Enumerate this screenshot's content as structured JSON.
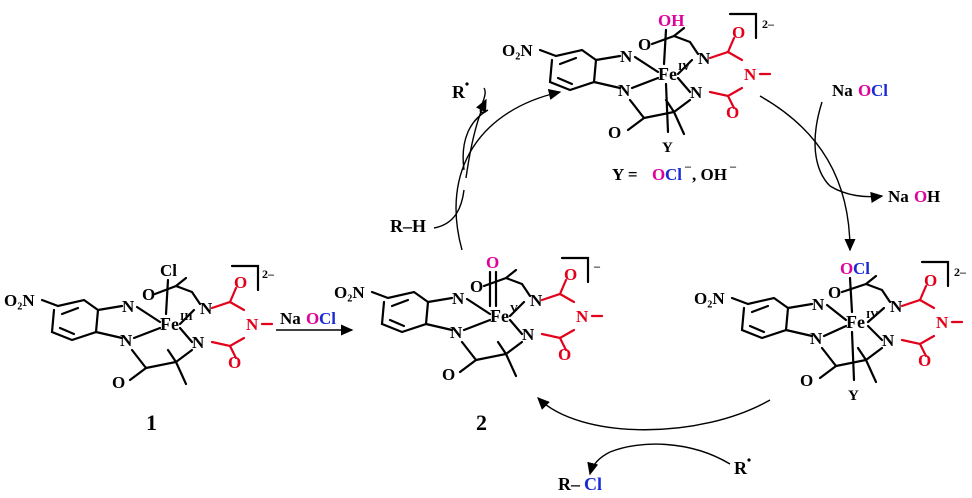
{
  "complexes": {
    "c1": {
      "axial": "Cl",
      "metal": "Fe",
      "ox": "III",
      "charge": "2–",
      "nitro": "O₂N",
      "label": "1"
    },
    "c2": {
      "axial": "O",
      "metal": "Fe",
      "ox": "V",
      "charge": "–",
      "nitro": "O₂N",
      "label": "2"
    },
    "c3": {
      "axial": "OH",
      "metal": "Fe",
      "ox": "IV",
      "charge": "2–",
      "nitro": "O₂N",
      "trans": "Y"
    },
    "c4": {
      "axial": "OCl",
      "metal": "Fe",
      "ox": "IV",
      "charge": "2–",
      "nitro": "O₂N",
      "trans": "Y"
    }
  },
  "atoms": {
    "N": "N",
    "O": "O",
    "dash": "–"
  },
  "reagents": {
    "r1_prefix": "Na",
    "r1_o": "O",
    "r1_cl": "Cl",
    "naocl_prefix": "Na",
    "naocl_o": "O",
    "naocl_cl": "Cl",
    "naoh_prefix": "Na",
    "naoh_o": "O",
    "naoh_h": "H",
    "rh": "R–H",
    "rdot_top": "R",
    "rdot_bottom": "R",
    "rcl_r": "R–",
    "rcl_cl": "Cl"
  },
  "note": {
    "y_eq": "Y = ",
    "ocl_o": "O",
    "ocl_cl": "Cl",
    "ocl_charge": "–",
    "sep": ", OH",
    "oh_charge": "–"
  },
  "colors": {
    "nitrogen_oxygen_ring": "#e3001b",
    "oxo": "#e0009a",
    "chloride": "#1a2bd6"
  }
}
